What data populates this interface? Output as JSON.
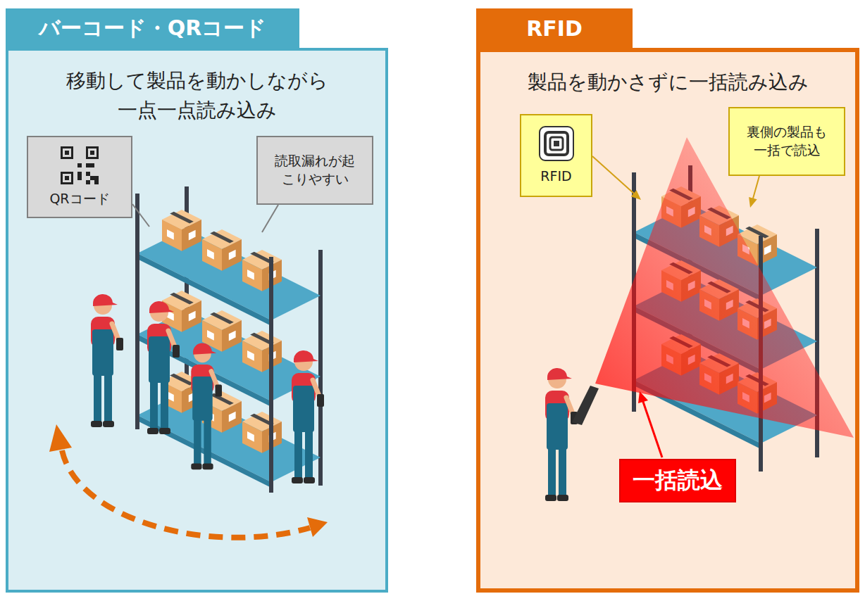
{
  "diagram": {
    "nodes": [
      {
        "text": [
          "バーコード・QRコード",
          "移動して製品を動かしながら 一点一点読み込み"
        ]
      },
      {
        "text": [
          "QRコード"
        ],
        "in": 0
      },
      {
        "text": [
          "読取漏れが起 こりやすい"
        ],
        "in": 0
      },
      {
        "text": [
          "RFID",
          "製品を動かさずに一括読み込み"
        ]
      },
      {
        "text": [
          "RFID"
        ],
        "in": 3
      },
      {
        "text": [
          "裏側の製品も 一括で読込"
        ],
        "in": 3
      },
      {
        "text": [
          "一括読込"
        ],
        "in": 3
      }
    ]
  }
}
